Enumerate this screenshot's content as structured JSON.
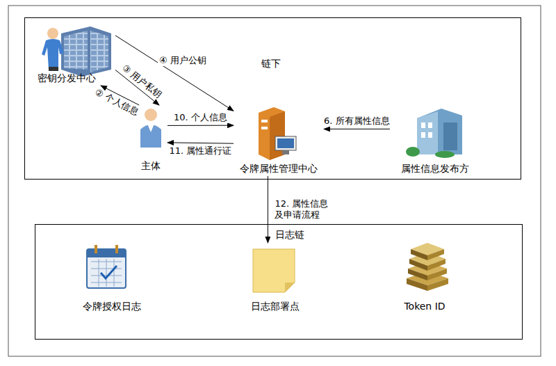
{
  "diagram": {
    "nodes": [
      {
        "text": [
          "链下"
        ]
      },
      {
        "text": [
          "密钥分发中心"
        ],
        "in": 0
      },
      {
        "text": [
          "主体"
        ],
        "in": 0
      },
      {
        "text": [
          "令牌属性管理中心"
        ],
        "in": 0
      },
      {
        "text": [
          "属性信息发布方"
        ],
        "in": 0
      },
      {
        "text": [
          "日志链"
        ]
      },
      {
        "text": [
          "令牌授权日志"
        ],
        "in": 5
      },
      {
        "text": [
          "日志部署点"
        ],
        "in": 5
      },
      {
        "text": [
          "Token ID"
        ],
        "in": 5
      }
    ],
    "edges": [
      {
        "from": 2,
        "to": 1,
        "label": "② 个人信息",
        "arrow": "to"
      },
      {
        "from": 1,
        "to": 2,
        "label": "③ 用户私钥",
        "arrow": "to"
      },
      {
        "from": 1,
        "to": 3,
        "label": "④ 用户公钥",
        "arrow": "to"
      },
      {
        "from": 2,
        "to": 3,
        "label": "10. 个人信息",
        "arrow": "to"
      },
      {
        "from": 3,
        "to": 2,
        "label": "11. 属性通行证",
        "arrow": "to"
      },
      {
        "from": 4,
        "to": 3,
        "label": "6. 所有属性信息",
        "arrow": "to"
      },
      {
        "from": 3,
        "to": 7,
        "label": "12. 属性信息 及申请流程",
        "arrow": "to"
      }
    ]
  }
}
